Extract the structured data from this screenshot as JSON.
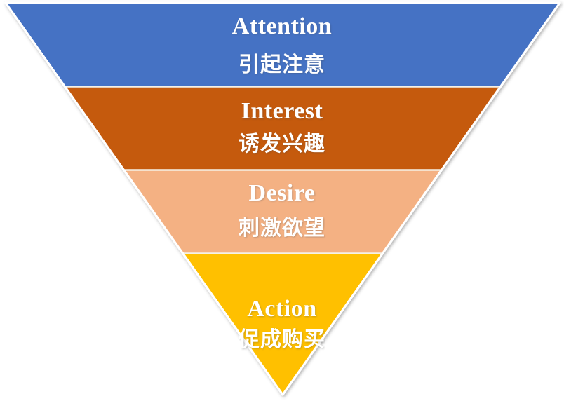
{
  "diagram": {
    "type": "inverted-pyramid-funnel",
    "stages": [
      {
        "id": "attention",
        "en": "Attention",
        "zh": "引起注意",
        "color": "#4472C4"
      },
      {
        "id": "interest",
        "en": "Interest",
        "zh": "诱发兴趣",
        "color": "#C55A11"
      },
      {
        "id": "desire",
        "en": "Desire",
        "zh": "刺激欲望",
        "color": "#F4B183"
      },
      {
        "id": "action",
        "en": "Action",
        "zh": "促成购买",
        "color": "#FFC000"
      }
    ],
    "colors": {
      "outline": "#FFFFFF",
      "separator": "#F5F1E6",
      "label_text": "#FFFFFF",
      "background": "#FFFFFF"
    }
  }
}
